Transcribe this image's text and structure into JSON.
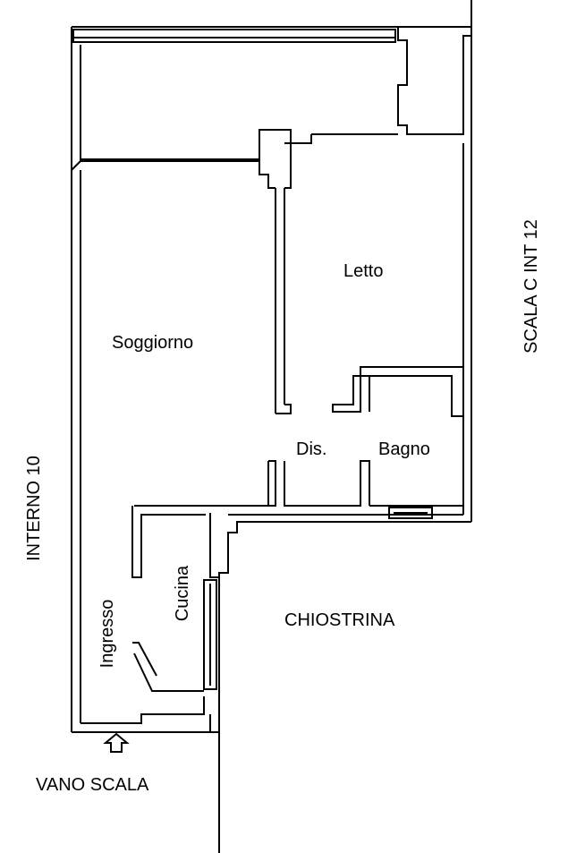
{
  "labels": {
    "soggiorno": "Soggiorno",
    "letto": "Letto",
    "dis": "Dis.",
    "bagno": "Bagno",
    "cucina": "Cucina",
    "ingresso": "Ingresso",
    "chiostrina": "CHIOSTRINA",
    "interno": "INTERNO 10",
    "scala": "SCALA C INT 12",
    "vano": "VANO SCALA"
  },
  "colors": {
    "line": "#000000",
    "background": "#ffffff"
  }
}
